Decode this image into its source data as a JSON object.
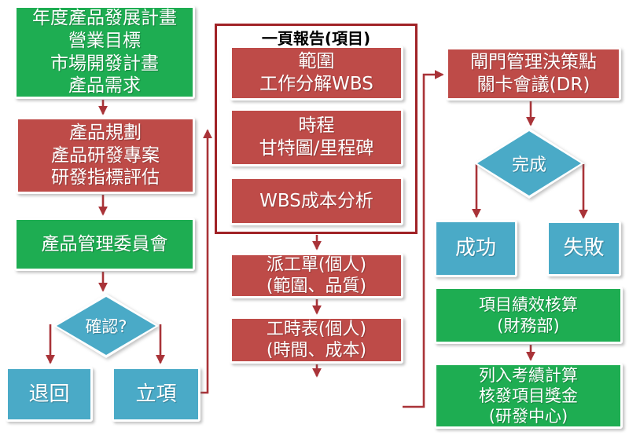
{
  "diagram_title": "一頁報告(項目)",
  "colors": {
    "green_node": "#1ead52",
    "red_node": "#be4b48",
    "teal_node": "#4aaac7",
    "connector": "#a93338",
    "container_border": "#a02226",
    "title_text": "#000000",
    "node_text": "#ffffff"
  },
  "nodes": {
    "annual_plan": "年度產品發展計畫\n營業目標\n市場開發計畫\n產品需求",
    "product_planning": "產品規劃\n產品研發專案\n研發指標評估",
    "committee": "產品管理委員會",
    "confirm": "確認?",
    "reject": "退回",
    "approve": "立項",
    "scope": "範圍\n工作分解WBS",
    "schedule": "時程\n甘特圖/里程碑",
    "cost": "WBS成本分析",
    "work_order": "派工單(個人)\n(範圍、品質)",
    "timesheet": "工時表(個人)\n(時間、成本)",
    "gate": "閘門管理決策點\n關卡會議(DR)",
    "complete": "完成",
    "success": "成功",
    "fail": "失敗",
    "performance": "項目績效核算\n(財務部)",
    "reward": "列入考績計算\n核發項目獎金\n(研發中心)"
  }
}
